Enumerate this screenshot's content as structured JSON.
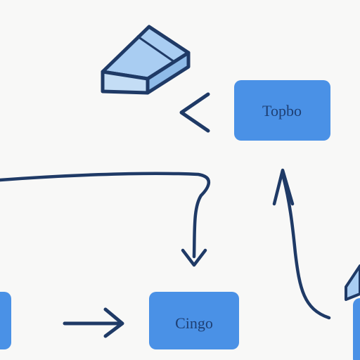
{
  "diagram": {
    "nodes": [
      {
        "id": "node-topbo",
        "label": "Topbo"
      },
      {
        "id": "node-cingo",
        "label": "Cingo"
      },
      {
        "id": "node-left-edge",
        "label": ""
      },
      {
        "id": "node-right-edge",
        "label": ""
      }
    ],
    "icons": [
      "eraser-block-icon",
      "block-corner-icon"
    ],
    "colors": {
      "background": "#f8f8f7",
      "node_fill": "#4a91e6",
      "node_text": "#1e3f73",
      "stroke": "#1f3a66",
      "icon_fill": "#a9cdf2"
    }
  }
}
